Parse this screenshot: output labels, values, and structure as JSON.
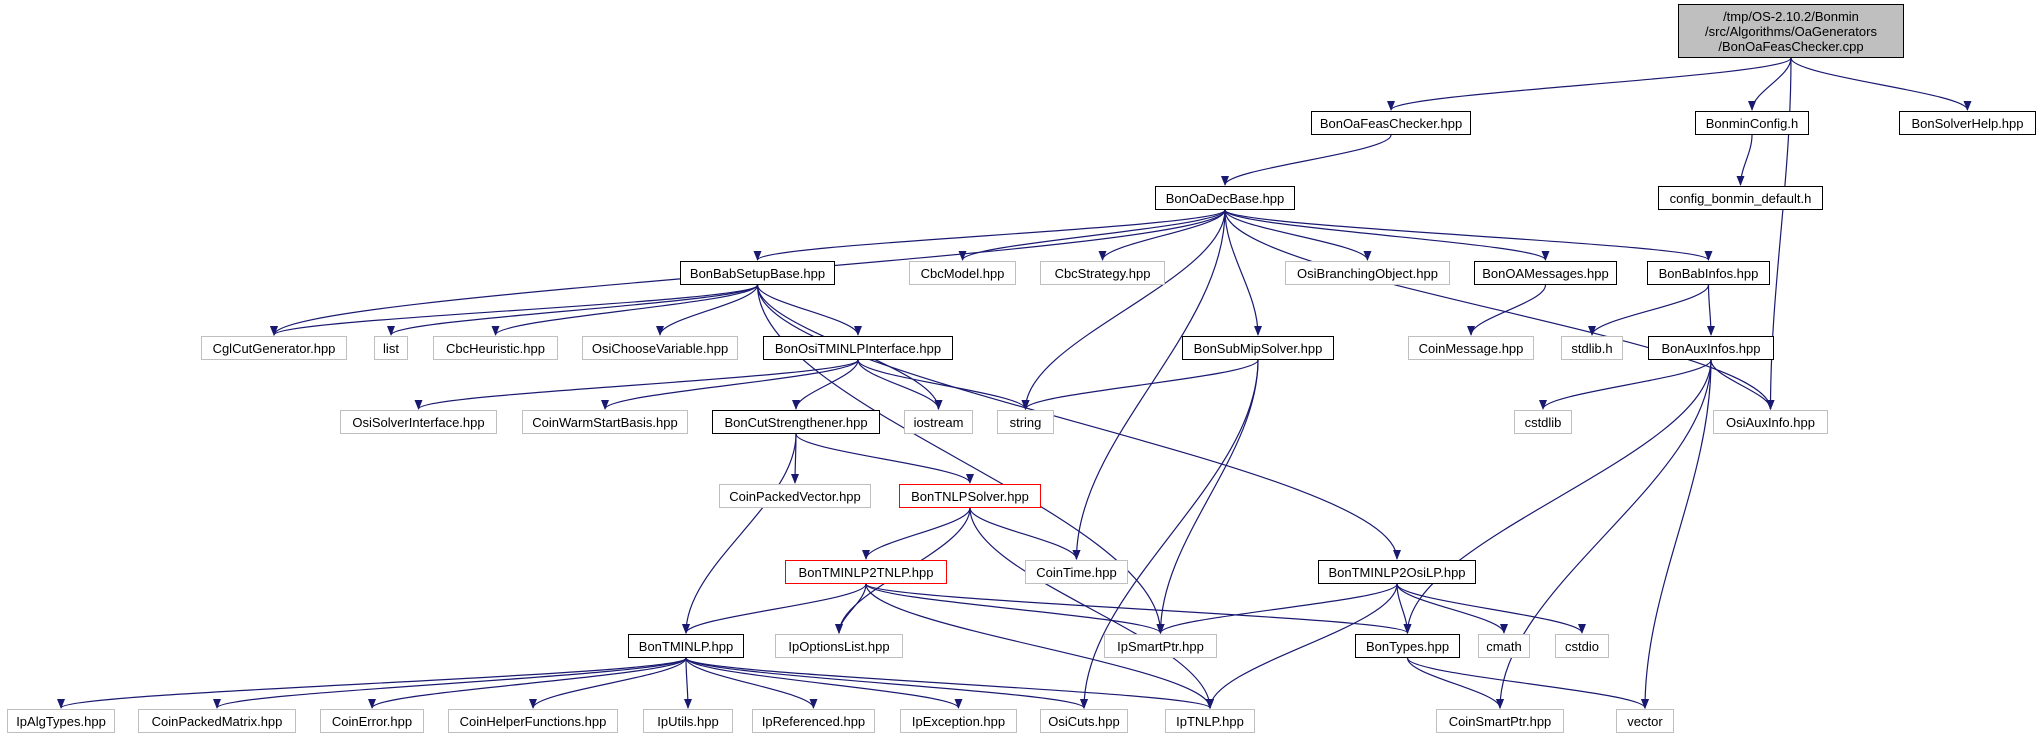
{
  "graph": {
    "root": {
      "id": "root",
      "label": "/tmp/OS-2.10.2/Bonmin\n/src/Algorithms/OaGenerators\n/BonOaFeasChecker.cpp",
      "kind": "root"
    },
    "nodes": [
      {
        "id": "BonOaFeasChecker.hpp",
        "label": "BonOaFeasChecker.hpp",
        "kind": "local"
      },
      {
        "id": "BonminConfig.h",
        "label": "BonminConfig.h",
        "kind": "local"
      },
      {
        "id": "BonSolverHelp.hpp",
        "label": "BonSolverHelp.hpp",
        "kind": "local"
      },
      {
        "id": "config_bonmin_default.h",
        "label": "config_bonmin_default.h",
        "kind": "local"
      },
      {
        "id": "BonOaDecBase.hpp",
        "label": "BonOaDecBase.hpp",
        "kind": "local"
      },
      {
        "id": "BonBabSetupBase.hpp",
        "label": "BonBabSetupBase.hpp",
        "kind": "local"
      },
      {
        "id": "CbcModel.hpp",
        "label": "CbcModel.hpp",
        "kind": "system"
      },
      {
        "id": "CbcStrategy.hpp",
        "label": "CbcStrategy.hpp",
        "kind": "system"
      },
      {
        "id": "OsiBranchingObject.hpp",
        "label": "OsiBranchingObject.hpp",
        "kind": "system"
      },
      {
        "id": "BonOAMessages.hpp",
        "label": "BonOAMessages.hpp",
        "kind": "local"
      },
      {
        "id": "BonBabInfos.hpp",
        "label": "BonBabInfos.hpp",
        "kind": "local"
      },
      {
        "id": "CglCutGenerator.hpp",
        "label": "CglCutGenerator.hpp",
        "kind": "system"
      },
      {
        "id": "list",
        "label": "list",
        "kind": "system"
      },
      {
        "id": "CbcHeuristic.hpp",
        "label": "CbcHeuristic.hpp",
        "kind": "system"
      },
      {
        "id": "OsiChooseVariable.hpp",
        "label": "OsiChooseVariable.hpp",
        "kind": "system"
      },
      {
        "id": "BonOsiTMINLPInterface.hpp",
        "label": "BonOsiTMINLPInterface.hpp",
        "kind": "local"
      },
      {
        "id": "BonSubMipSolver.hpp",
        "label": "BonSubMipSolver.hpp",
        "kind": "local"
      },
      {
        "id": "CoinMessage.hpp",
        "label": "CoinMessage.hpp",
        "kind": "system"
      },
      {
        "id": "stdlib.h",
        "label": "stdlib.h",
        "kind": "system"
      },
      {
        "id": "BonAuxInfos.hpp",
        "label": "BonAuxInfos.hpp",
        "kind": "local"
      },
      {
        "id": "OsiSolverInterface.hpp",
        "label": "OsiSolverInterface.hpp",
        "kind": "system"
      },
      {
        "id": "CoinWarmStartBasis.hpp",
        "label": "CoinWarmStartBasis.hpp",
        "kind": "system"
      },
      {
        "id": "BonCutStrengthener.hpp",
        "label": "BonCutStrengthener.hpp",
        "kind": "local"
      },
      {
        "id": "iostream",
        "label": "iostream",
        "kind": "system"
      },
      {
        "id": "string",
        "label": "string",
        "kind": "system"
      },
      {
        "id": "cstdlib",
        "label": "cstdlib",
        "kind": "system"
      },
      {
        "id": "OsiAuxInfo.hpp",
        "label": "OsiAuxInfo.hpp",
        "kind": "system"
      },
      {
        "id": "CoinPackedVector.hpp",
        "label": "CoinPackedVector.hpp",
        "kind": "system"
      },
      {
        "id": "BonTNLPSolver.hpp",
        "label": "BonTNLPSolver.hpp",
        "kind": "incomplete"
      },
      {
        "id": "BonTMINLP2TNLP.hpp",
        "label": "BonTMINLP2TNLP.hpp",
        "kind": "incomplete"
      },
      {
        "id": "CoinTime.hpp",
        "label": "CoinTime.hpp",
        "kind": "system"
      },
      {
        "id": "BonTMINLP2OsiLP.hpp",
        "label": "BonTMINLP2OsiLP.hpp",
        "kind": "local"
      },
      {
        "id": "BonTMINLP.hpp",
        "label": "BonTMINLP.hpp",
        "kind": "local"
      },
      {
        "id": "IpOptionsList.hpp",
        "label": "IpOptionsList.hpp",
        "kind": "system"
      },
      {
        "id": "IpSmartPtr.hpp",
        "label": "IpSmartPtr.hpp",
        "kind": "system"
      },
      {
        "id": "BonTypes.hpp",
        "label": "BonTypes.hpp",
        "kind": "local"
      },
      {
        "id": "cmath",
        "label": "cmath",
        "kind": "system"
      },
      {
        "id": "cstdio",
        "label": "cstdio",
        "kind": "system"
      },
      {
        "id": "IpAlgTypes.hpp",
        "label": "IpAlgTypes.hpp",
        "kind": "system"
      },
      {
        "id": "CoinPackedMatrix.hpp",
        "label": "CoinPackedMatrix.hpp",
        "kind": "system"
      },
      {
        "id": "CoinError.hpp",
        "label": "CoinError.hpp",
        "kind": "system"
      },
      {
        "id": "CoinHelperFunctions.hpp",
        "label": "CoinHelperFunctions.hpp",
        "kind": "system"
      },
      {
        "id": "IpUtils.hpp",
        "label": "IpUtils.hpp",
        "kind": "system"
      },
      {
        "id": "IpReferenced.hpp",
        "label": "IpReferenced.hpp",
        "kind": "system"
      },
      {
        "id": "IpException.hpp",
        "label": "IpException.hpp",
        "kind": "system"
      },
      {
        "id": "OsiCuts.hpp",
        "label": "OsiCuts.hpp",
        "kind": "system"
      },
      {
        "id": "IpTNLP.hpp",
        "label": "IpTNLP.hpp",
        "kind": "system"
      },
      {
        "id": "CoinSmartPtr.hpp",
        "label": "CoinSmartPtr.hpp",
        "kind": "system"
      },
      {
        "id": "vector",
        "label": "vector",
        "kind": "system"
      }
    ],
    "edges": [
      [
        "root",
        "BonOaFeasChecker.hpp"
      ],
      [
        "root",
        "BonminConfig.h"
      ],
      [
        "root",
        "BonSolverHelp.hpp"
      ],
      [
        "root",
        "OsiAuxInfo.hpp"
      ],
      [
        "BonOaFeasChecker.hpp",
        "BonOaDecBase.hpp"
      ],
      [
        "BonminConfig.h",
        "config_bonmin_default.h"
      ],
      [
        "BonOaDecBase.hpp",
        "BonBabSetupBase.hpp"
      ],
      [
        "BonOaDecBase.hpp",
        "CbcModel.hpp"
      ],
      [
        "BonOaDecBase.hpp",
        "CbcStrategy.hpp"
      ],
      [
        "BonOaDecBase.hpp",
        "OsiBranchingObject.hpp"
      ],
      [
        "BonOaDecBase.hpp",
        "BonOAMessages.hpp"
      ],
      [
        "BonOaDecBase.hpp",
        "BonBabInfos.hpp"
      ],
      [
        "BonOaDecBase.hpp",
        "CglCutGenerator.hpp"
      ],
      [
        "BonOaDecBase.hpp",
        "BonSubMipSolver.hpp"
      ],
      [
        "BonOaDecBase.hpp",
        "string"
      ],
      [
        "BonOaDecBase.hpp",
        "CoinTime.hpp"
      ],
      [
        "BonOaDecBase.hpp",
        "OsiAuxInfo.hpp"
      ],
      [
        "BonBabSetupBase.hpp",
        "CglCutGenerator.hpp"
      ],
      [
        "BonBabSetupBase.hpp",
        "list"
      ],
      [
        "BonBabSetupBase.hpp",
        "CbcHeuristic.hpp"
      ],
      [
        "BonBabSetupBase.hpp",
        "OsiChooseVariable.hpp"
      ],
      [
        "BonBabSetupBase.hpp",
        "BonOsiTMINLPInterface.hpp"
      ],
      [
        "BonBabSetupBase.hpp",
        "iostream"
      ],
      [
        "BonBabSetupBase.hpp",
        "IpSmartPtr.hpp"
      ],
      [
        "BonBabSetupBase.hpp",
        "BonTMINLP2OsiLP.hpp"
      ],
      [
        "BonOAMessages.hpp",
        "CoinMessage.hpp"
      ],
      [
        "BonBabInfos.hpp",
        "stdlib.h"
      ],
      [
        "BonBabInfos.hpp",
        "BonAuxInfos.hpp"
      ],
      [
        "BonOsiTMINLPInterface.hpp",
        "OsiSolverInterface.hpp"
      ],
      [
        "BonOsiTMINLPInterface.hpp",
        "CoinWarmStartBasis.hpp"
      ],
      [
        "BonOsiTMINLPInterface.hpp",
        "BonCutStrengthener.hpp"
      ],
      [
        "BonOsiTMINLPInterface.hpp",
        "iostream"
      ],
      [
        "BonOsiTMINLPInterface.hpp",
        "string"
      ],
      [
        "BonSubMipSolver.hpp",
        "string"
      ],
      [
        "BonSubMipSolver.hpp",
        "IpSmartPtr.hpp"
      ],
      [
        "BonSubMipSolver.hpp",
        "OsiCuts.hpp"
      ],
      [
        "BonAuxInfos.hpp",
        "cstdlib"
      ],
      [
        "BonAuxInfos.hpp",
        "OsiAuxInfo.hpp"
      ],
      [
        "BonAuxInfos.hpp",
        "BonTypes.hpp"
      ],
      [
        "BonAuxInfos.hpp",
        "CoinSmartPtr.hpp"
      ],
      [
        "BonAuxInfos.hpp",
        "vector"
      ],
      [
        "BonCutStrengthener.hpp",
        "CoinPackedVector.hpp"
      ],
      [
        "BonCutStrengthener.hpp",
        "BonTNLPSolver.hpp"
      ],
      [
        "BonCutStrengthener.hpp",
        "BonTMINLP.hpp"
      ],
      [
        "BonTNLPSolver.hpp",
        "BonTMINLP2TNLP.hpp"
      ],
      [
        "BonTNLPSolver.hpp",
        "CoinTime.hpp"
      ],
      [
        "BonTNLPSolver.hpp",
        "IpOptionsList.hpp"
      ],
      [
        "BonTNLPSolver.hpp",
        "IpTNLP.hpp"
      ],
      [
        "BonTMINLP2TNLP.hpp",
        "BonTMINLP.hpp"
      ],
      [
        "BonTMINLP2TNLP.hpp",
        "IpOptionsList.hpp"
      ],
      [
        "BonTMINLP2TNLP.hpp",
        "IpSmartPtr.hpp"
      ],
      [
        "BonTMINLP2TNLP.hpp",
        "BonTypes.hpp"
      ],
      [
        "BonTMINLP2TNLP.hpp",
        "IpTNLP.hpp"
      ],
      [
        "BonTMINLP2OsiLP.hpp",
        "IpSmartPtr.hpp"
      ],
      [
        "BonTMINLP2OsiLP.hpp",
        "BonTypes.hpp"
      ],
      [
        "BonTMINLP2OsiLP.hpp",
        "cmath"
      ],
      [
        "BonTMINLP2OsiLP.hpp",
        "cstdio"
      ],
      [
        "BonTMINLP2OsiLP.hpp",
        "IpTNLP.hpp"
      ],
      [
        "BonTMINLP.hpp",
        "IpAlgTypes.hpp"
      ],
      [
        "BonTMINLP.hpp",
        "CoinPackedMatrix.hpp"
      ],
      [
        "BonTMINLP.hpp",
        "CoinError.hpp"
      ],
      [
        "BonTMINLP.hpp",
        "CoinHelperFunctions.hpp"
      ],
      [
        "BonTMINLP.hpp",
        "IpUtils.hpp"
      ],
      [
        "BonTMINLP.hpp",
        "IpReferenced.hpp"
      ],
      [
        "BonTMINLP.hpp",
        "IpException.hpp"
      ],
      [
        "BonTMINLP.hpp",
        "OsiCuts.hpp"
      ],
      [
        "BonTMINLP.hpp",
        "IpTNLP.hpp"
      ],
      [
        "BonTypes.hpp",
        "CoinSmartPtr.hpp"
      ],
      [
        "BonTypes.hpp",
        "vector"
      ]
    ]
  },
  "colors": {
    "edge": "#191970",
    "local_border": "#000000",
    "system_border": "#bfbfbf",
    "incomplete_border": "#ff0000",
    "root_fill": "#bfbfbf"
  }
}
